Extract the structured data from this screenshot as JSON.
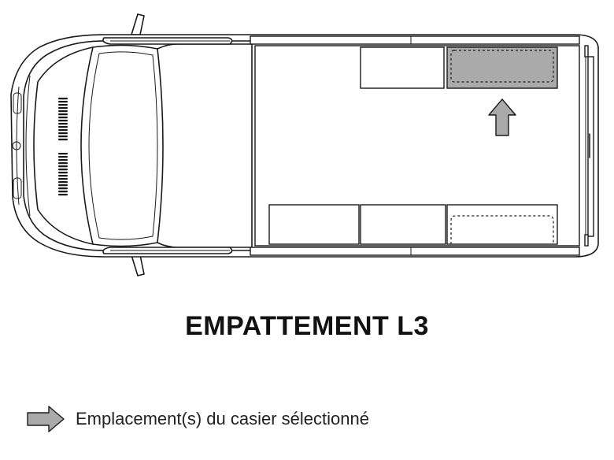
{
  "title": "EMPATTEMENT L3",
  "legend": {
    "label": "Emplacement(s) du casier sélectionné",
    "icon": "arrow-right-icon"
  },
  "colors": {
    "selected_fill": "#aaaaaa",
    "outline": "#1a1a1a"
  },
  "lockers": [
    {
      "id": "top-1",
      "selected": false,
      "dashed": false
    },
    {
      "id": "top-2",
      "selected": true,
      "dashed": true
    },
    {
      "id": "bottom-1",
      "selected": false,
      "dashed": false
    },
    {
      "id": "bottom-2",
      "selected": false,
      "dashed": false
    },
    {
      "id": "bottom-3",
      "selected": false,
      "dashed": true
    }
  ]
}
